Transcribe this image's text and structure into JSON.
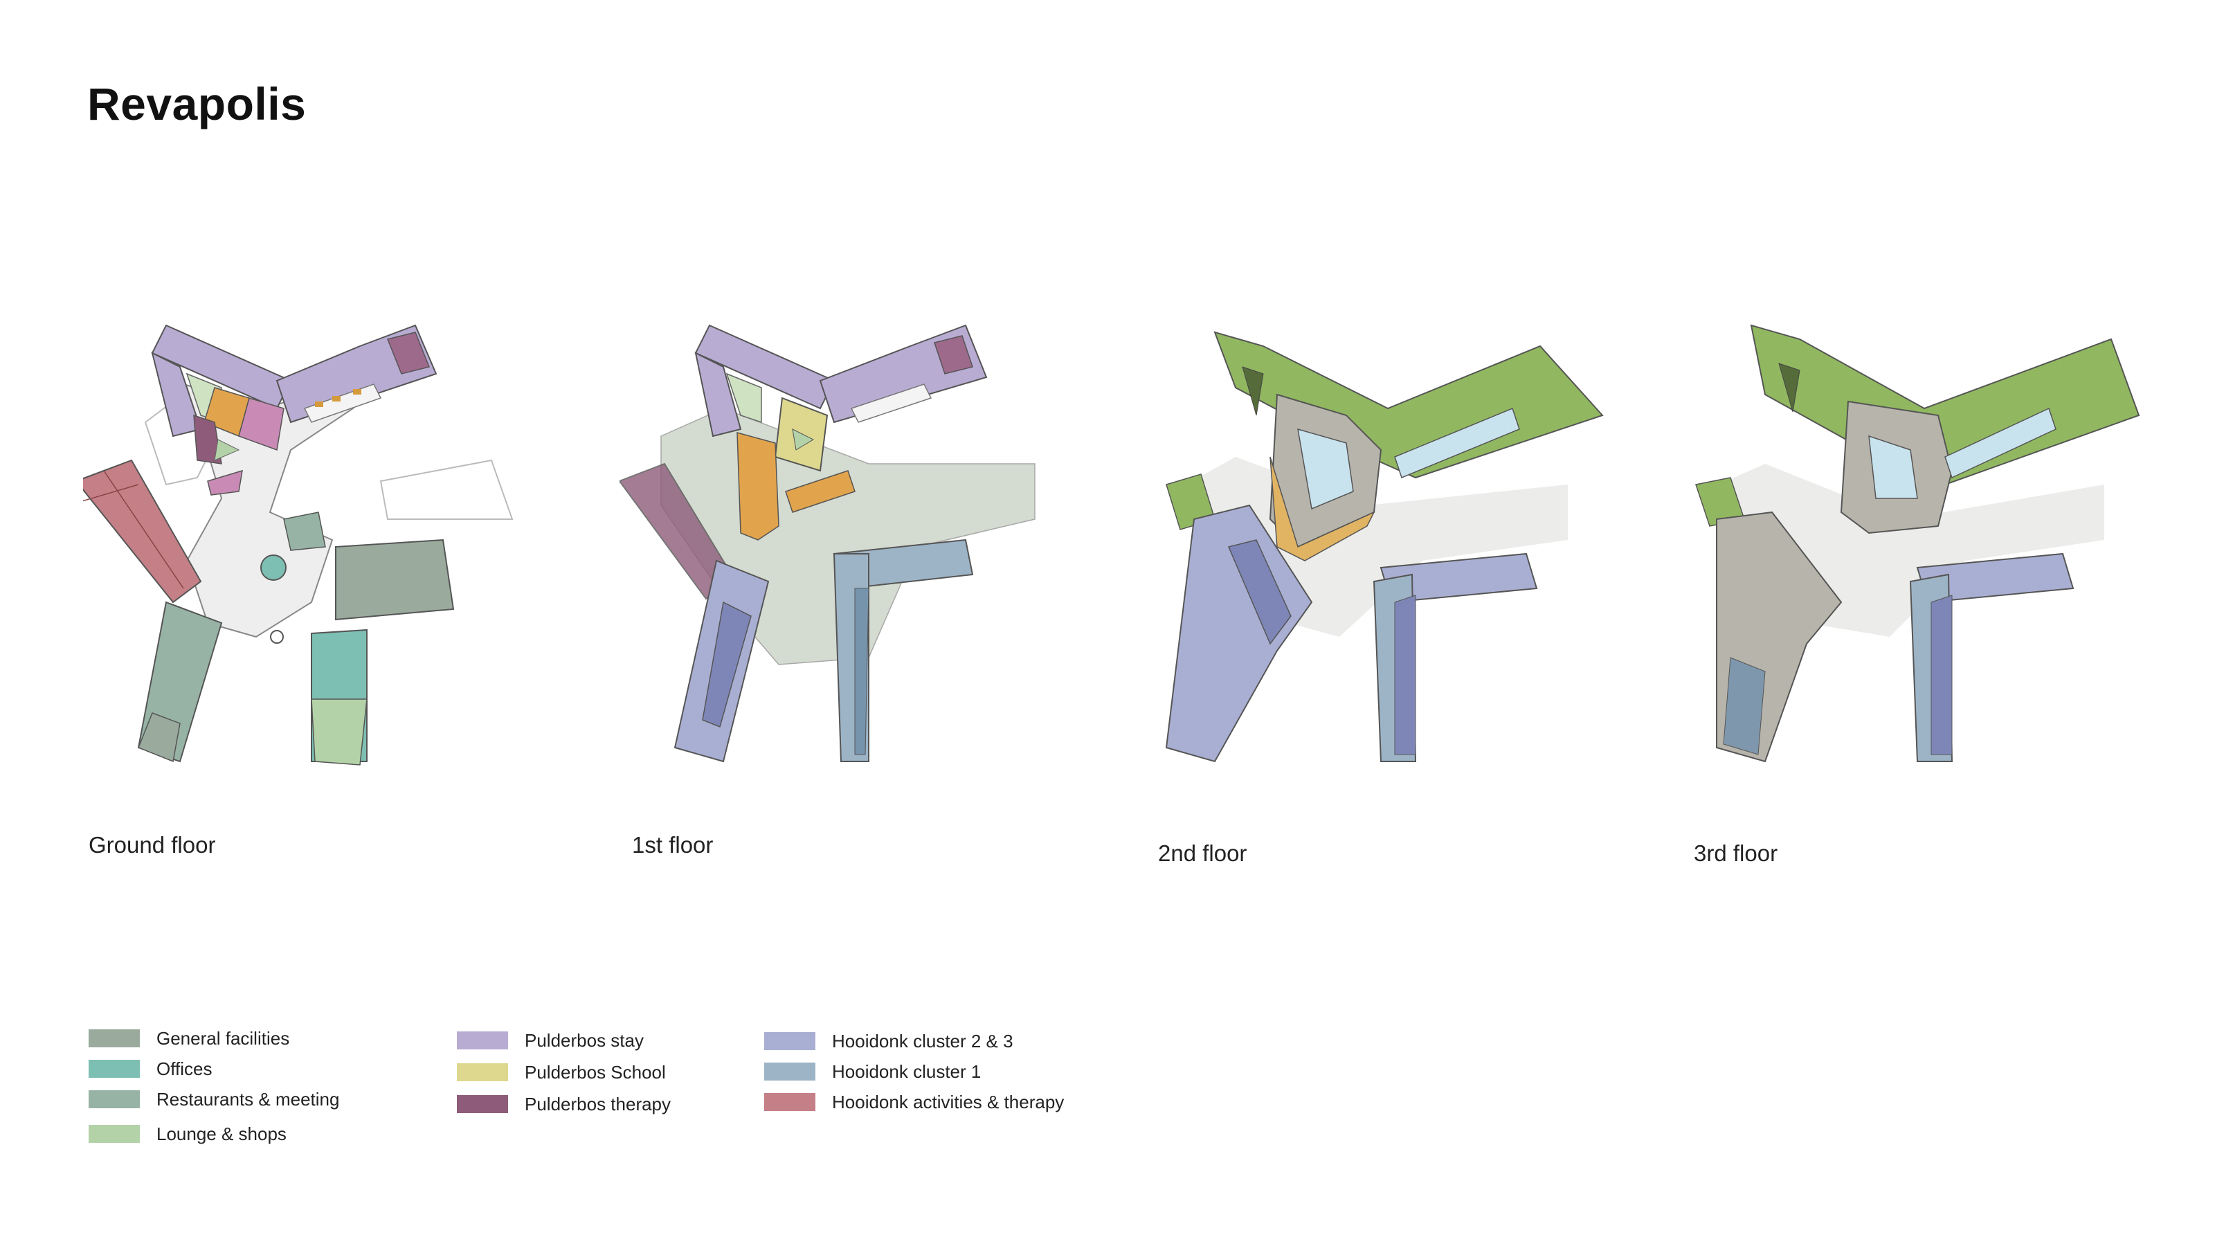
{
  "page": {
    "title": "Revapolis"
  },
  "floors": [
    {
      "label": "Ground floor"
    },
    {
      "label": "1st floor"
    },
    {
      "label": "2nd floor"
    },
    {
      "label": "3rd floor"
    }
  ],
  "legend": [
    [
      {
        "label": "General facilities",
        "color": "#9aab9e"
      },
      {
        "label": "Offices",
        "color": "#7dbfb3"
      },
      {
        "label": "Restaurants & meeting",
        "color": "#97b3a5"
      },
      {
        "label": "Lounge & shops",
        "color": "#b4d2a8"
      }
    ],
    [
      {
        "label": "Pulderbos stay",
        "color": "#b9acd3"
      },
      {
        "label": "Pulderbos School",
        "color": "#ddd88e"
      },
      {
        "label": "Pulderbos therapy",
        "color": "#8e5c7a"
      }
    ],
    [
      {
        "label": "Hooidonk cluster 2 & 3",
        "color": "#a9afd3"
      },
      {
        "label": "Hooidonk cluster 1",
        "color": "#9db4c6"
      },
      {
        "label": "Hooidonk activities & therapy",
        "color": "#c57f86"
      }
    ]
  ]
}
